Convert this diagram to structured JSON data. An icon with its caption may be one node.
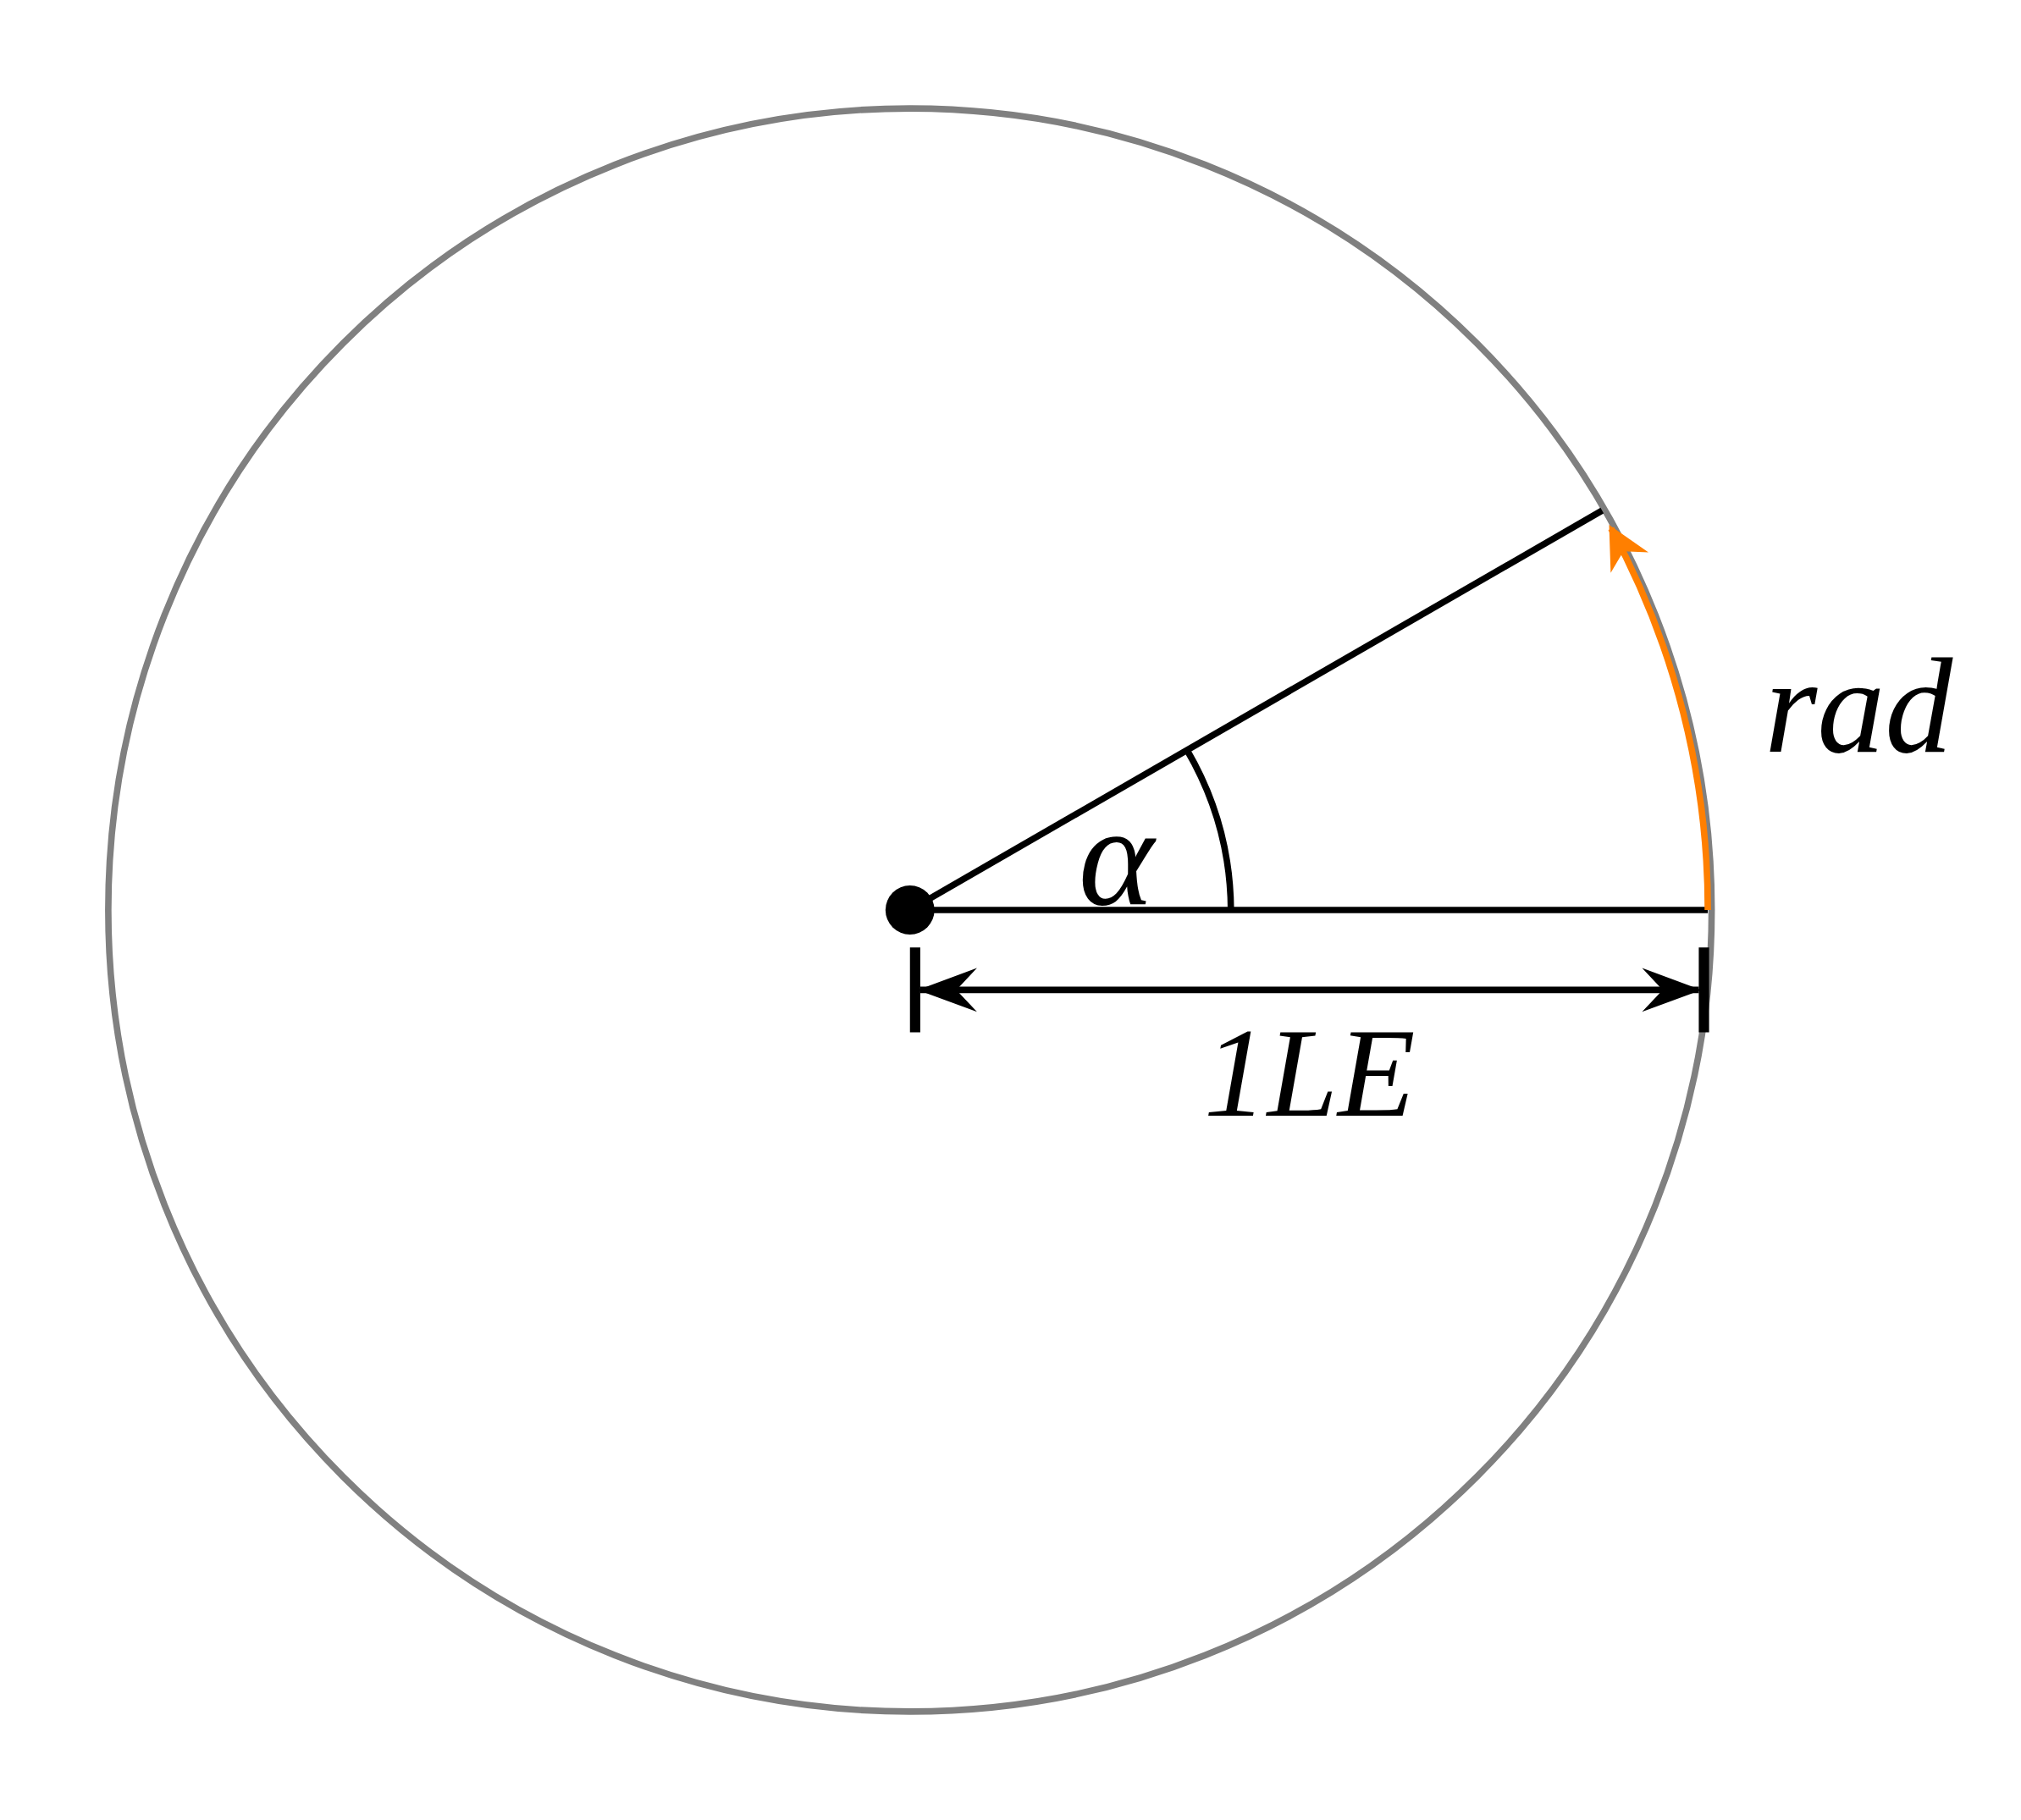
{
  "diagram": {
    "labels": [
      "α",
      "rad",
      "1LE"
    ]
  }
}
